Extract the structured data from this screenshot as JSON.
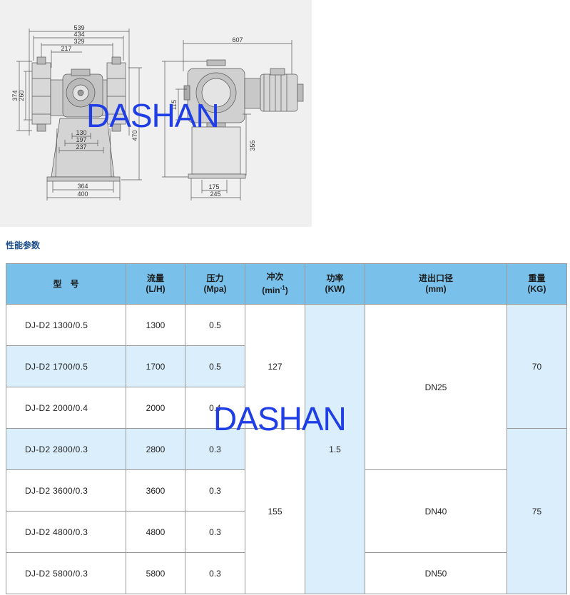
{
  "drawing": {
    "dims": {
      "d539": "539",
      "d434": "434",
      "d329": "329",
      "d217": "217",
      "d607": "607",
      "d374": "374",
      "d260": "260",
      "d115": "115",
      "d470": "470",
      "d355": "355",
      "d130": "130",
      "d197": "197",
      "d237": "237",
      "d364": "364",
      "d400": "400",
      "d175": "175",
      "d245": "245"
    }
  },
  "watermark": "DASHAN",
  "section_title": "性能参数",
  "table": {
    "headers": {
      "model": "型　号",
      "flow": "流量",
      "flow_unit": "(L/H)",
      "pressure": "压力",
      "pressure_unit": "(Mpa)",
      "stroke": "冲次",
      "stroke_unit_base": "(min",
      "stroke_unit_sup": "-1",
      "stroke_unit_end": ")",
      "power": "功率",
      "power_unit": "(KW)",
      "port": "进出口径",
      "port_unit": "(mm)",
      "weight": "重量",
      "weight_unit": "(KG)"
    },
    "rows": [
      {
        "model": "DJ-D2  1300/0.5",
        "flow": "1300",
        "pressure": "0.5"
      },
      {
        "model": "DJ-D2  1700/0.5",
        "flow": "1700",
        "pressure": "0.5"
      },
      {
        "model": "DJ-D2  2000/0.4",
        "flow": "2000",
        "pressure": "0.4"
      },
      {
        "model": "DJ-D2  2800/0.3",
        "flow": "2800",
        "pressure": "0.3"
      },
      {
        "model": "DJ-D2  3600/0.3",
        "flow": "3600",
        "pressure": "0.3"
      },
      {
        "model": "DJ-D2  4800/0.3",
        "flow": "4800",
        "pressure": "0.3"
      },
      {
        "model": "DJ-D2  5800/0.3",
        "flow": "5800",
        "pressure": "0.3"
      }
    ],
    "merged": {
      "stroke_a": "127",
      "stroke_b": "155",
      "power": "1.5",
      "port_a": "DN25",
      "port_b": "DN40",
      "port_c": "DN50",
      "weight_a": "70",
      "weight_b": "75"
    }
  }
}
